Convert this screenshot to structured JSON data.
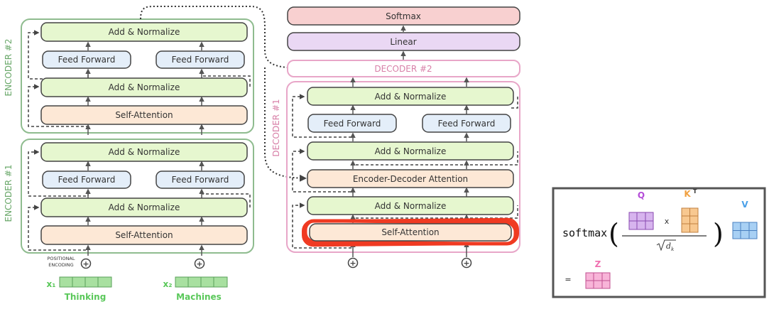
{
  "encoder2": {
    "label": "ENCODER #2",
    "add_norm_top": "Add & Normalize",
    "ffn_left": "Feed Forward",
    "ffn_right": "Feed Forward",
    "add_norm_mid": "Add & Normalize",
    "self_attention": "Self-Attention"
  },
  "encoder1": {
    "label": "ENCODER #1",
    "add_norm_top": "Add & Normalize",
    "ffn_left": "Feed Forward",
    "ffn_right": "Feed Forward",
    "add_norm_mid": "Add & Normalize",
    "self_attention": "Self-Attention"
  },
  "inputs": {
    "positional_line1": "POSITIONAL",
    "positional_line2": "ENCODING",
    "x1_label": "x₁",
    "x1_word": "Thinking",
    "x2_label": "x₂",
    "x2_word": "Machines",
    "plus_symbol": "+"
  },
  "decoder_stack": {
    "softmax": "Softmax",
    "linear": "Linear",
    "decoder2_label": "DECODER #2"
  },
  "decoder1": {
    "label": "DECODER #1",
    "add_norm_top": "Add & Normalize",
    "ffn_left": "Feed Forward",
    "ffn_right": "Feed Forward",
    "add_norm_2": "Add & Normalize",
    "enc_dec_attention": "Encoder-Decoder Attention",
    "add_norm_1": "Add & Normalize",
    "self_attention": "Self-Attention"
  },
  "formula": {
    "softmax": "softmax",
    "q_label": "Q",
    "k_label": "K",
    "k_sup": "T",
    "times": "x",
    "sqrt_d": "d",
    "sqrt_sub": "k",
    "v_label": "V",
    "equals": "=",
    "z_label": "Z"
  },
  "colors": {
    "encoder_border": "#8fbc8f",
    "decoder_border": "#e8a6c8",
    "add_norm_fill": "#e6f7cf",
    "ffn_fill": "#e4eef9",
    "attention_fill": "#fde8d6",
    "softmax_fill": "#f8d0d0",
    "linear_fill": "#ead8f4",
    "word_green": "#5ac85a",
    "q_color": "#b44cd8",
    "k_color": "#f0a040",
    "v_color": "#4aa0e8",
    "z_color": "#f070b0",
    "highlight_red": "#f03a22"
  }
}
